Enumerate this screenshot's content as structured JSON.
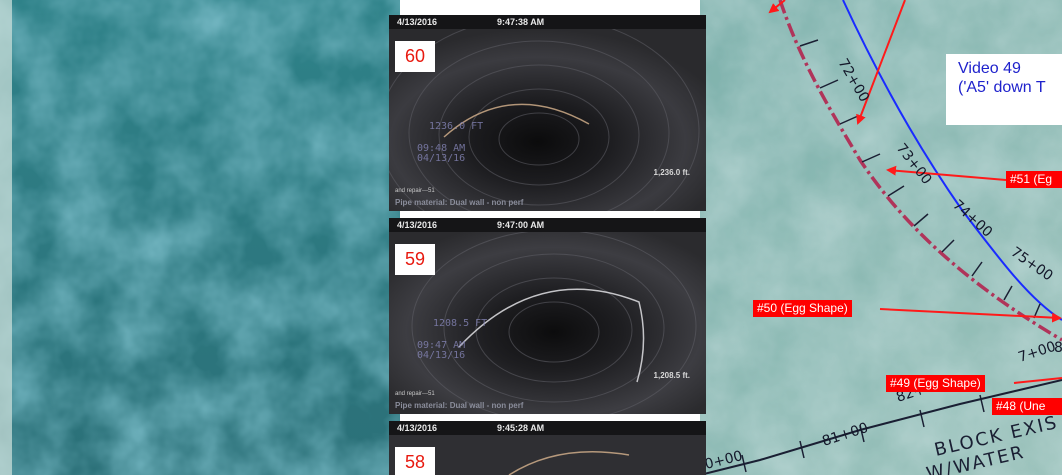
{
  "frames": [
    {
      "number": "60",
      "date": "4/13/2016",
      "time": "9:47:38 AM",
      "distance": "1,236.0 ft.",
      "footer": "and repair---51",
      "material": "Pipe material: Dual wall - non perf"
    },
    {
      "number": "59",
      "date": "4/13/2016",
      "time": "9:47:00 AM",
      "distance": "1,208.5 ft.",
      "footer": "and repair---51",
      "material": "Pipe material: Dual wall - non perf"
    },
    {
      "number": "58",
      "date": "4/13/2016",
      "time": "9:45:28 AM"
    }
  ],
  "video_label": {
    "line1": "Video 49",
    "line2": "('A5' down T"
  },
  "callouts": {
    "c51": "#51 (Eg",
    "c50": "#50 (Egg Shape)",
    "c49": "#49 (Egg Shape)",
    "c48": "#48 (Une"
  },
  "stations": {
    "s72": "72+00",
    "s73": "73+00",
    "s74": "74+00",
    "s75": "75+00",
    "s81": "81+00",
    "s82": "82+00",
    "s80": "0+00",
    "s77": "7+00",
    "s8": "8"
  },
  "map_text": {
    "line1": "BLOCK  EXIS",
    "line2": "W/WATER"
  },
  "colors": {
    "callout": "#ff0000",
    "video_label_text": "#1f22cc",
    "panel_number": "#e8190f",
    "alignment_blue": "#1a2bff",
    "pipe_line": "#b0345a"
  }
}
